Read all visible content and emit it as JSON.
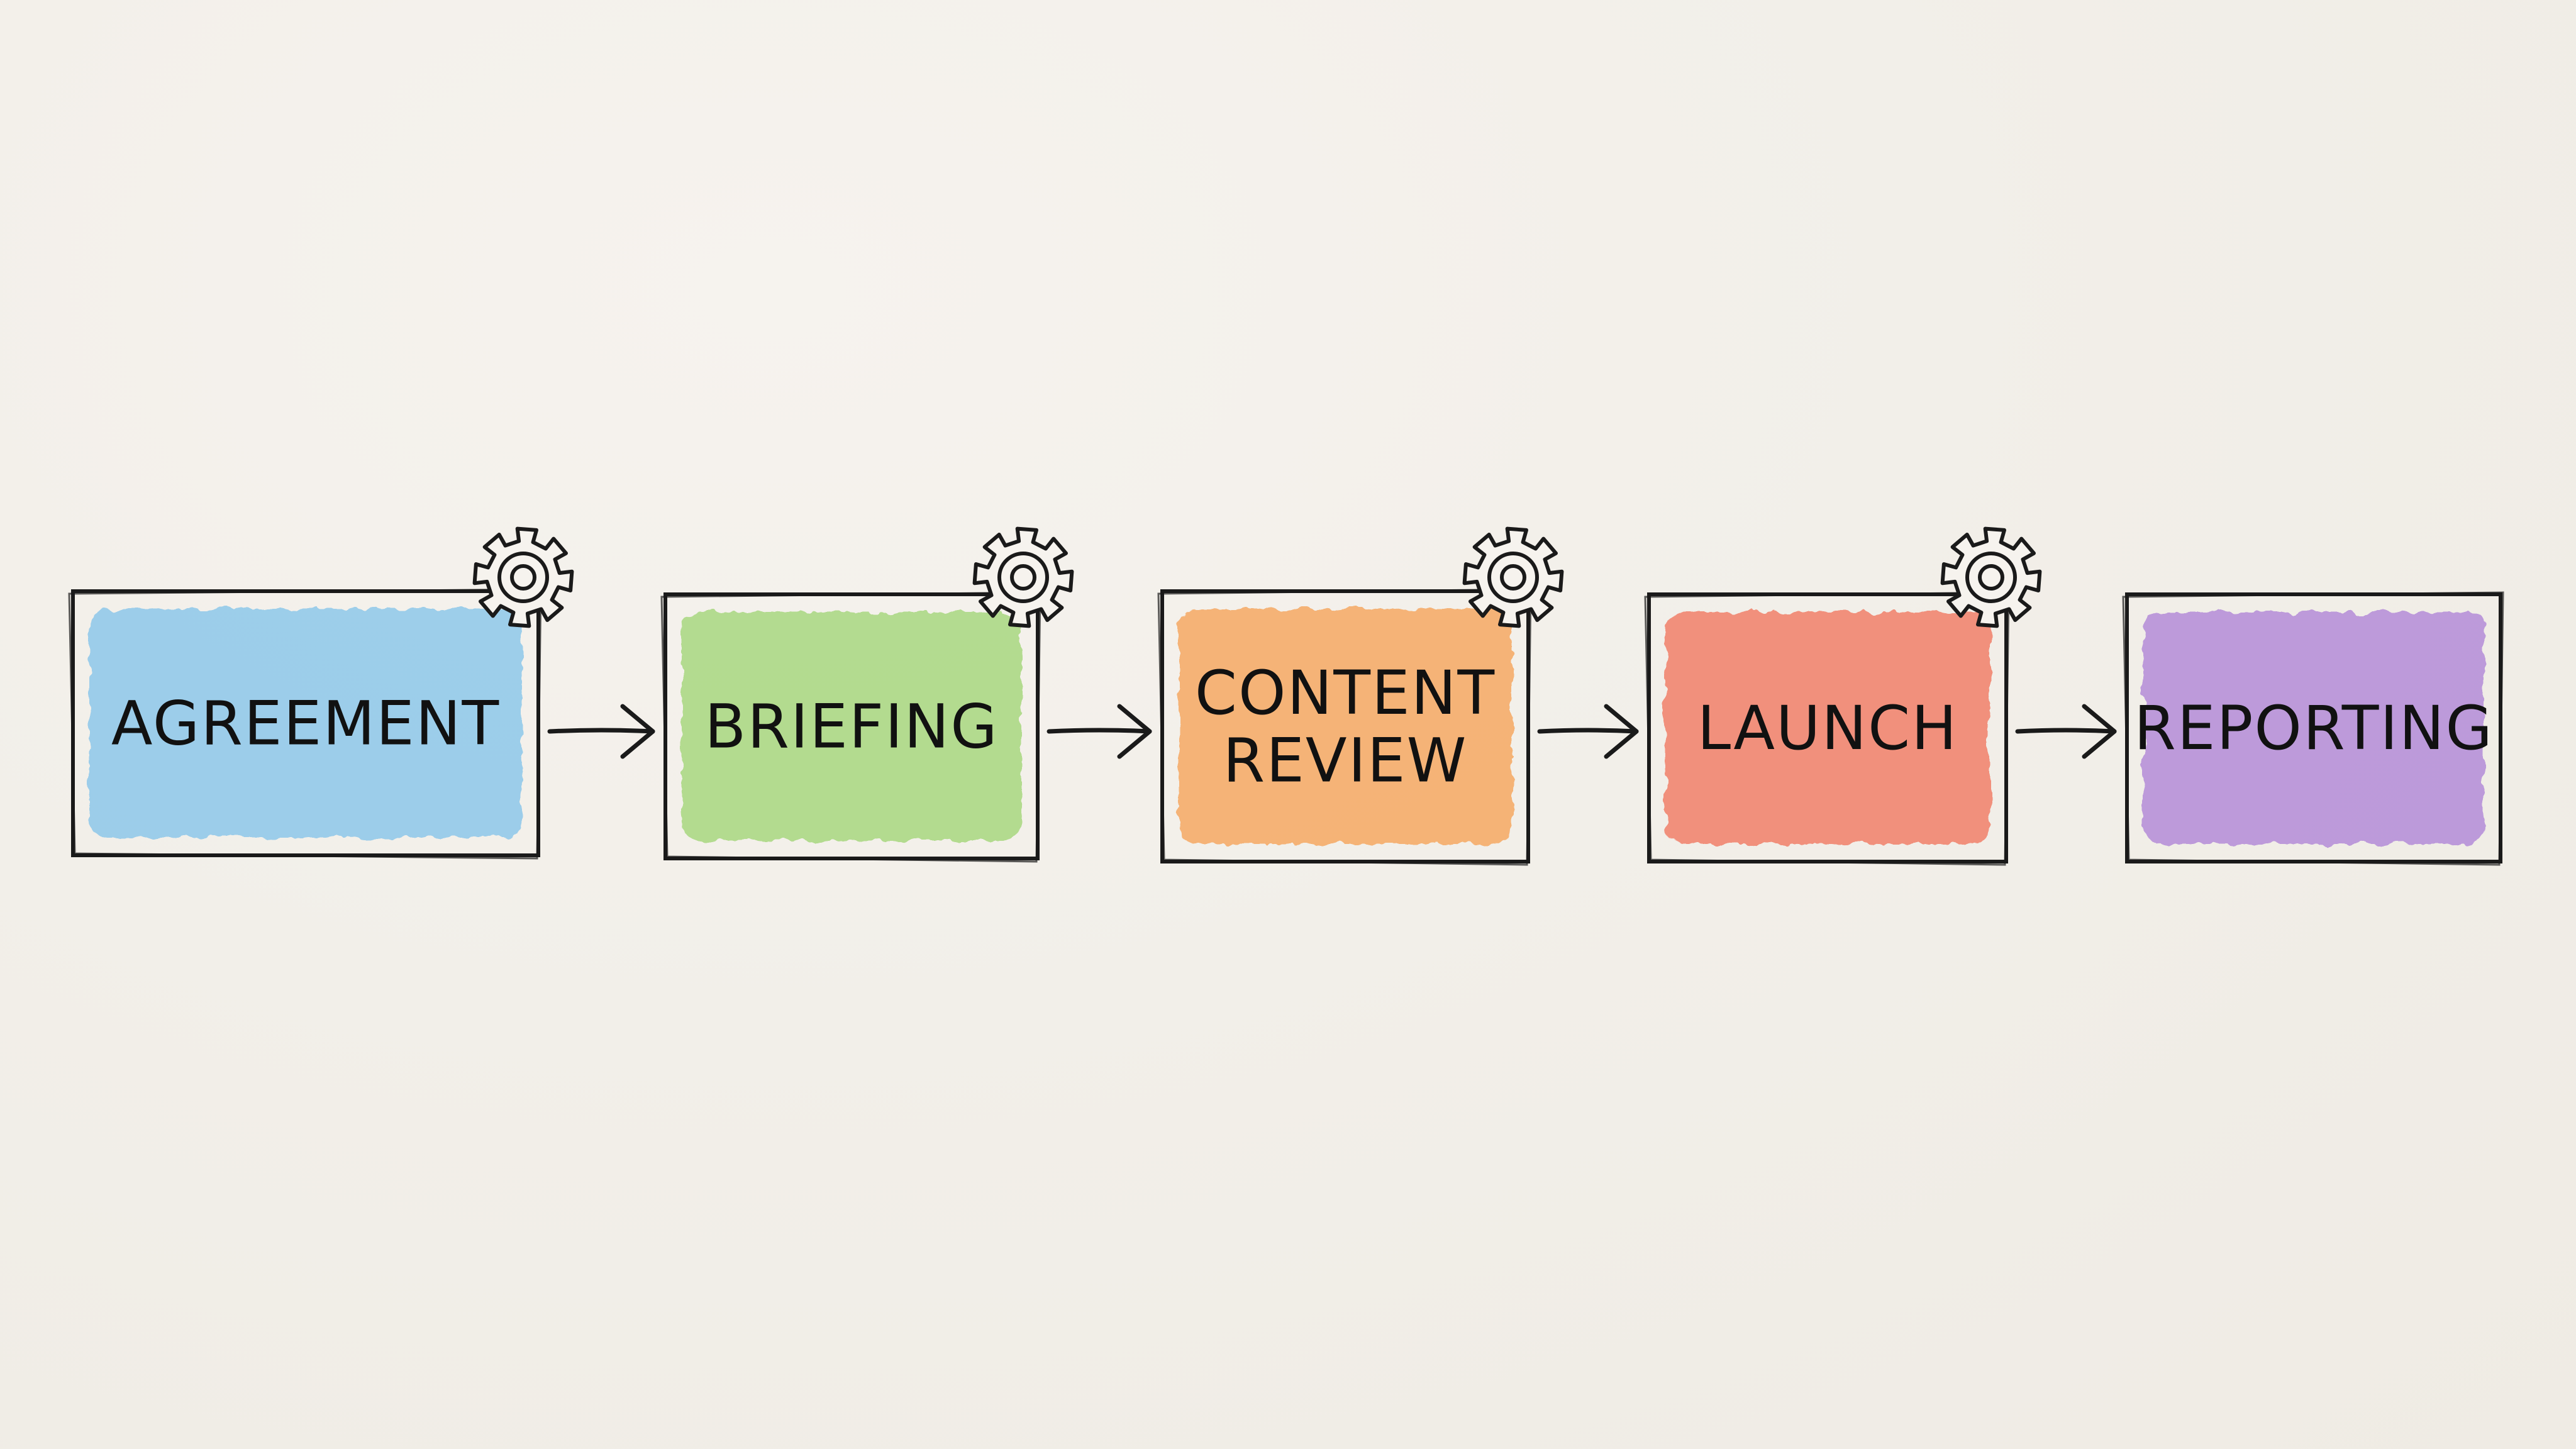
{
  "diagram": {
    "type": "linear-process-flow",
    "stages": [
      {
        "id": "agreement",
        "lines": [
          "AGREEMENT"
        ],
        "fill": "#8ec8ea",
        "gear": true
      },
      {
        "id": "briefing",
        "lines": [
          "BRIEFING"
        ],
        "fill": "#a8d880",
        "gear": true
      },
      {
        "id": "content-review",
        "lines": [
          "CONTENT",
          "REVIEW"
        ],
        "fill": "#f6a964",
        "gear": true
      },
      {
        "id": "launch",
        "lines": [
          "LAUNCH"
        ],
        "fill": "#f1806a",
        "gear": true
      },
      {
        "id": "reporting",
        "lines": [
          "REPORTING"
        ],
        "fill": "#b48cd8",
        "gear": false
      }
    ],
    "connector": "arrow-right",
    "icon": "gear-icon",
    "outline_color": "#1a1a1a",
    "background_color": "#f3f0ea"
  }
}
